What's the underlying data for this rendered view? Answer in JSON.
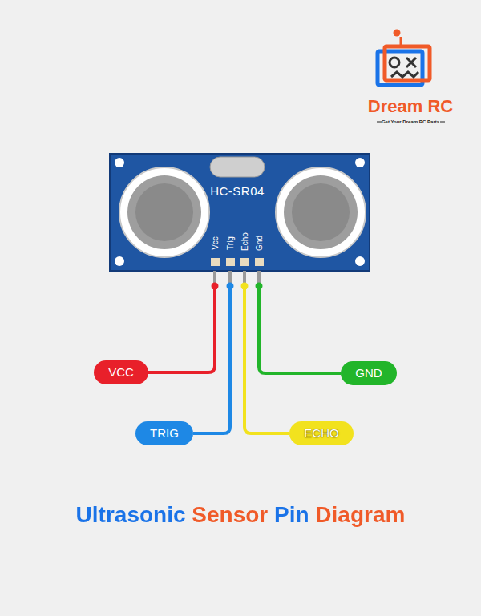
{
  "diagram": {
    "title": "Ultrasonic Sensor Pin Diagram",
    "nodes": [
      {
        "text": [
          "HC-SR04"
        ]
      },
      {
        "text": [
          "VCC"
        ]
      },
      {
        "text": [
          "GND"
        ]
      },
      {
        "text": [
          "TRIG"
        ]
      },
      {
        "text": [
          "ECHO"
        ]
      }
    ],
    "edges": [
      {
        "from": 0,
        "to": 1,
        "arrow": "none"
      },
      {
        "from": 0,
        "to": 2,
        "arrow": "none"
      },
      {
        "from": 0,
        "to": 3,
        "arrow": "none"
      },
      {
        "from": 0,
        "to": 4,
        "arrow": "none"
      }
    ],
    "labels": [
      "Vcc",
      "Trig",
      "Echo",
      "Gnd",
      "Dream RC",
      "Get Your Dream RC Parts"
    ]
  }
}
